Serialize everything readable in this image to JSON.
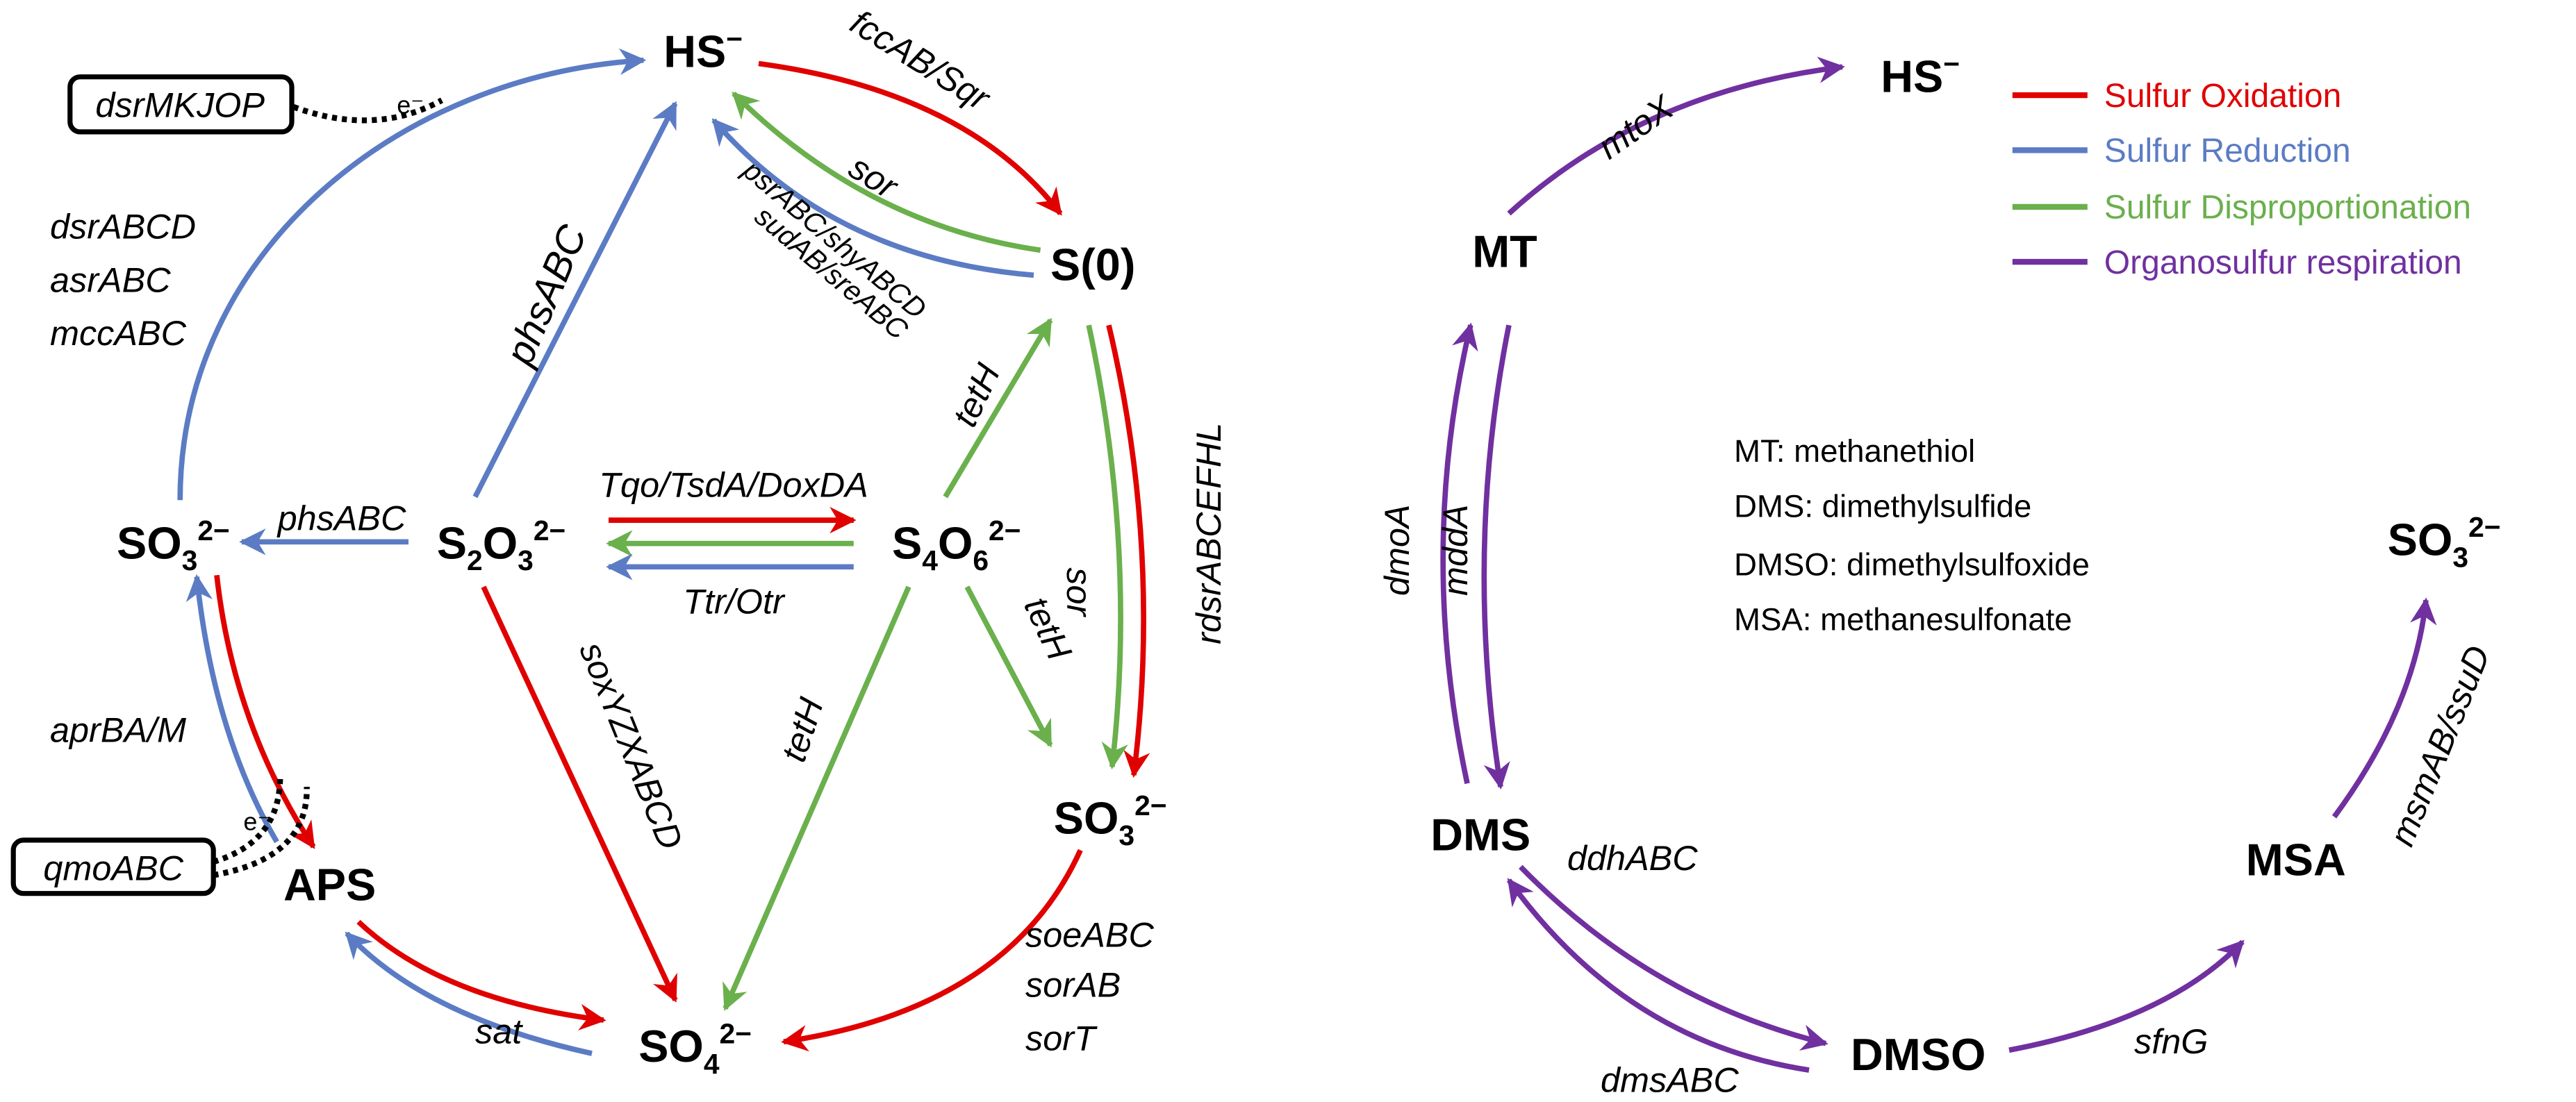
{
  "colors": {
    "oxidation": "#e00000",
    "reduction": "#5b7cc4",
    "disproportionation": "#6ab04c",
    "organosulfur": "#7030a0"
  },
  "left": {
    "nodes": {
      "hs": {
        "base": "HS",
        "sup": "−"
      },
      "s0": {
        "base": "S(0)"
      },
      "so3_left": {
        "base": "SO",
        "sub": "3",
        "sup": "2−"
      },
      "s2o3": {
        "b1": "S",
        "s1": "2",
        "b2": "O",
        "sub": "3",
        "sup": "2−"
      },
      "s4o6": {
        "b1": "S",
        "s1": "4",
        "b2": "O",
        "sub": "6",
        "sup": "2−"
      },
      "so3_right": {
        "base": "SO",
        "sub": "3",
        "sup": "2−"
      },
      "aps": {
        "base": "APS"
      },
      "so4": {
        "base": "SO",
        "sub": "4",
        "sup": "2−"
      }
    },
    "boxes": {
      "dsr": "dsrMKJOP",
      "qmo": "qmoABC",
      "electron": "e⁻"
    },
    "genes": {
      "fcc": "fccAB/Sqr",
      "sor_top": "sor",
      "psr": "psrABC/shyABCD",
      "sud": "sudAB/sreABC",
      "dsrABCD": "dsrABCD",
      "asrABC": "asrABC",
      "mccABC": "mccABC",
      "phs_diag": "phsABC",
      "phs_horiz": "phsABC",
      "tetH_up": "tetH",
      "rdsr": "rdsrABCEFHL",
      "sor_right": "sor",
      "tqo": "Tqo/TsdA/DoxDA",
      "ttr": "Ttr/Otr",
      "tetH_right": "tetH",
      "tetH_left": "tetH",
      "sox": "soxYZXABCD",
      "apr": "aprBA/M",
      "sat": "sat",
      "soe": "soeABC",
      "sorAB": "sorAB",
      "sorT": "sorT"
    }
  },
  "right": {
    "nodes": {
      "hs": {
        "base": "HS",
        "sup": "−"
      },
      "mt": "MT",
      "dms": "DMS",
      "dmso": "DMSO",
      "msa": "MSA",
      "so3": {
        "base": "SO",
        "sub": "3",
        "sup": "2−"
      }
    },
    "genes": {
      "mtoX": "mtoX",
      "dmoA": "dmoA",
      "mddA": "mddA",
      "ddhABC": "ddhABC",
      "dmsABC": "dmsABC",
      "sfnG": "sfnG",
      "msm": "msmAB/ssuD"
    },
    "legend": [
      "Sulfur Oxidation",
      "Sulfur Reduction",
      "Sulfur Disproportionation",
      "Organosulfur respiration"
    ],
    "definitions": [
      "MT: methanethiol",
      "DMS: dimethylsulfide",
      "DMSO: dimethylsulfoxide",
      "MSA: methanesulfonate"
    ]
  }
}
